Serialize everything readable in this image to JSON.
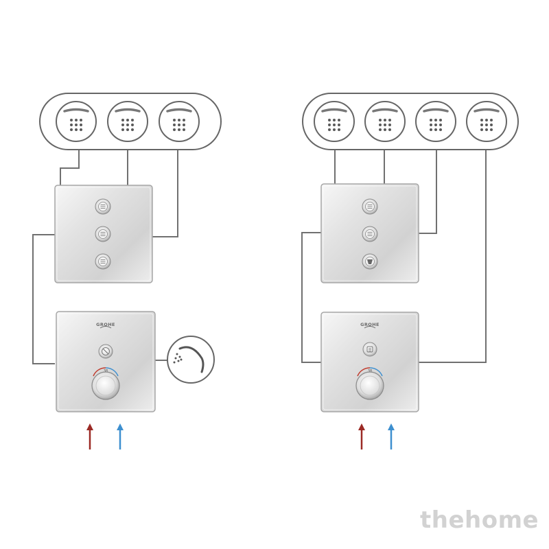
{
  "diagram": {
    "left": {
      "jets": 3,
      "module_buttons": [
        "diverter-button",
        "diverter-button",
        "diverter-button"
      ],
      "thermostat": {
        "brand": "GROHE",
        "scale": "38",
        "button": "handshower-button"
      },
      "has_handshower": true
    },
    "right": {
      "jets": 4,
      "module_buttons": [
        "diverter-button",
        "diverter-button",
        "bucket-button"
      ],
      "thermostat": {
        "brand": "GROHE",
        "scale": "38",
        "button": "diverter-button"
      },
      "has_handshower": false
    },
    "colors": {
      "hot": "#9b2a25",
      "cold": "#3d8fcf",
      "pipe": "#707070"
    }
  },
  "watermark": "thehome"
}
